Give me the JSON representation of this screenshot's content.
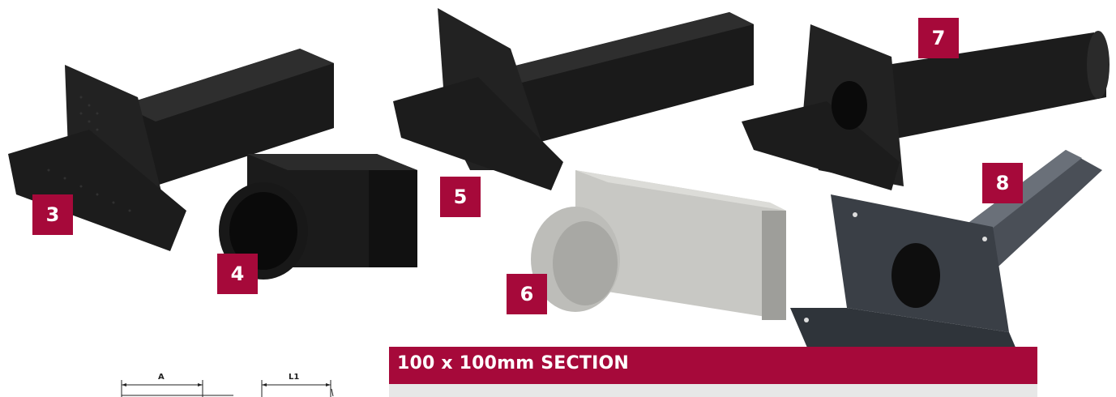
{
  "products": [
    {
      "number": "3"
    },
    {
      "number": "4"
    },
    {
      "number": "5"
    },
    {
      "number": "6"
    },
    {
      "number": "7"
    },
    {
      "number": "8"
    }
  ],
  "section": {
    "title": "100 x 100mm SECTION"
  },
  "dimensions": {
    "a_label": "A",
    "l1_label": "L1"
  },
  "colors": {
    "accent": "#a6093a",
    "product_black": "#1e1e1e",
    "product_grey": "#c8c8c4",
    "product_steel": "#3a3f46"
  }
}
